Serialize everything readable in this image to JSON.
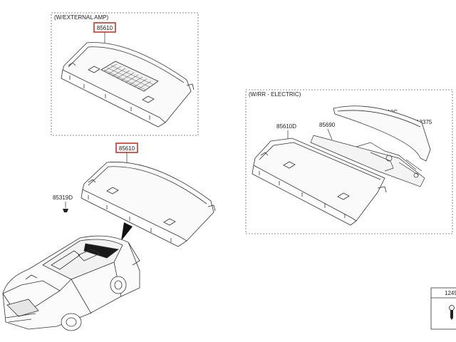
{
  "panels": {
    "external_lamp": {
      "label": "(W/EXTERNAL AMP)"
    },
    "rr_electric": {
      "label": "(W/RR - ELECTRIC)"
    }
  },
  "part_numbers": {
    "top_tray": "85610",
    "main_tray": "85610",
    "clip": "85319D",
    "electric_tray": "85610D",
    "sunshade_assembly": "85690",
    "sunshade_cover": "85610C",
    "screw": "13375",
    "corner_box": "1249"
  },
  "colors": {
    "highlight": "#c0392b",
    "line": "#333333",
    "dash": "#666666"
  }
}
